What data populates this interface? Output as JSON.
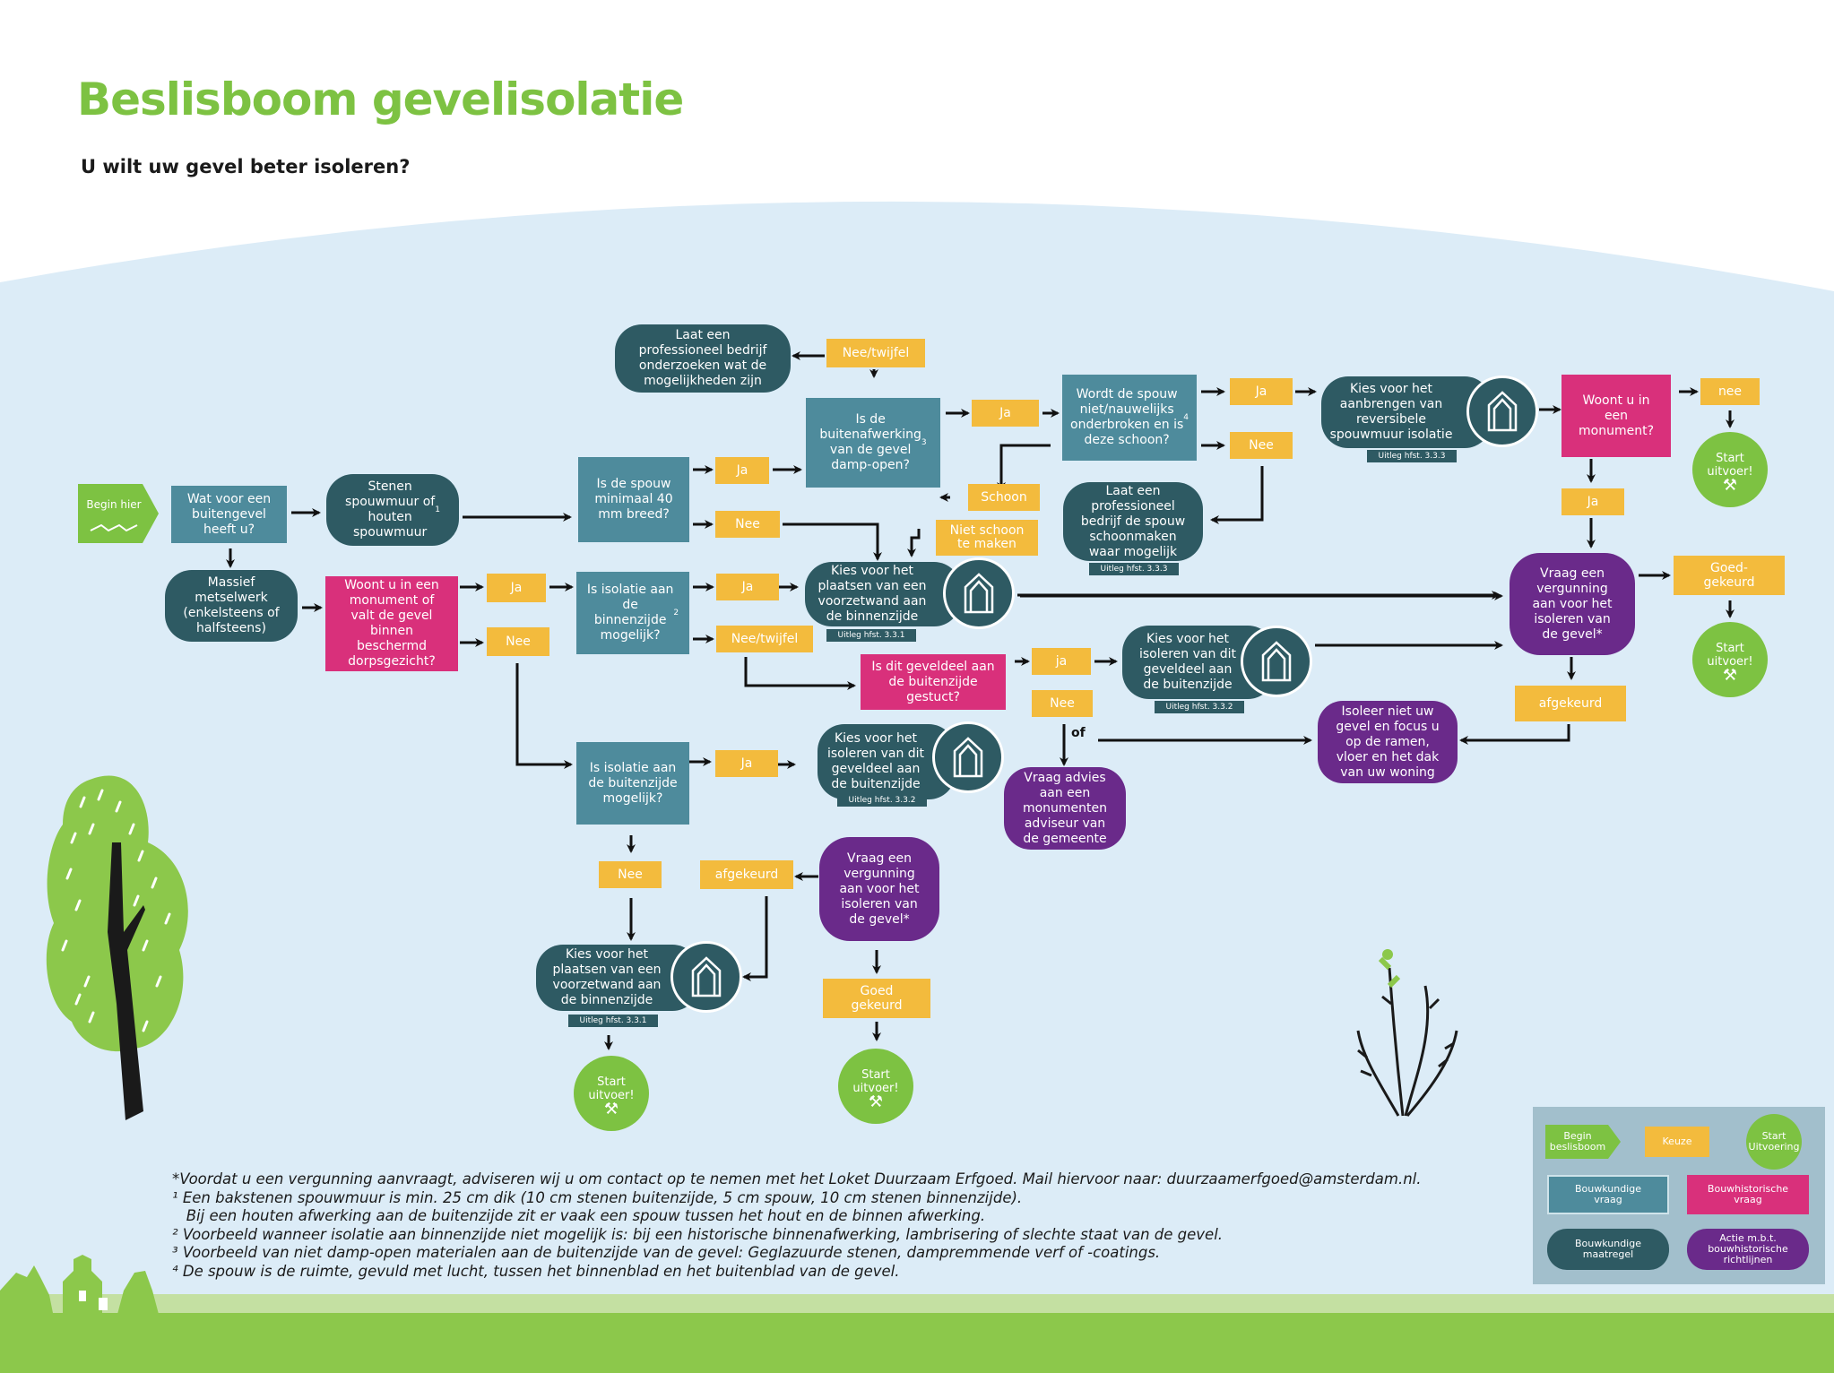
{
  "title": "Beslisboom gevelisolatie",
  "subtitle": "U wilt uw gevel beter isoleren?",
  "nodes": {
    "begin": "Begin hier",
    "q_buitengevel": "Wat voor een\nbuitengevel\nheeft u?",
    "stenen_spouw": "Stenen\nspouwmuur of\nhouten\nspouwmuur",
    "massief": "Massief\nmetselwerk\n(enkelsteens of\nhalfsteens)",
    "q_monument": "Woont u in een\nmonument of\nvalt de gevel\nbinnen\nbeschermd\ndorpsgezicht?",
    "q_spouw_breed": "Is de spouw\nminimaal 40\nmm breed?",
    "q_dampopen": "Is de\nbuitenafwerking\nvan de gevel\ndamp-open?",
    "laat_onderzoeken": "Laat een\nprofessioneel bedrijf\nonderzoeken wat de\nmogelijkheden zijn",
    "q_spouw_schoon": "Wordt de spouw\nniet/nauwelijks\nonderbroken en is\ndeze schoon?",
    "reversibele": "Kies voor het\naanbrengen van\nreversibele\nspouwmuur isolatie",
    "laat_schoonmaken": "Laat een\nprofessioneel\nbedrijf de spouw\nschoonmaken\nwaar mogelijk",
    "q_monument2": "Woont u in\neen\nmonument?",
    "q_binnen": "Is isolatie aan\nde\nbinnenzijde\nmogelijk?",
    "voorzetwand1": "Kies voor het\nplaatsen van een\nvoorzetwand aan\nde binnenzijde",
    "vergunning1": "Vraag een\nvergunning\naan voor het\nisoleren van\nde gevel*",
    "q_gestuct": "Is dit geveldeel aan\nde buitenzijde\ngestuct?",
    "buiten_geveldeel1": "Kies voor het\nisoleren van dit\ngeveldeel aan\nde buitenzijde",
    "isoleer_niet": "Isoleer niet uw\ngevel en focus u\nop de ramen,\nvloer en het dak\nvan uw woning",
    "advies": "Vraag advies\naan een\nmonumenten\nadviseur van\nde gemeente",
    "q_buiten": "Is isolatie aan\nde buitenzijde\nmogelijk?",
    "buiten_geveldeel2": "Kies voor het\nisoleren van dit\ngeveldeel aan\nde buitenzijde",
    "vergunning2": "Vraag een\nvergunning\naan voor het\nisoleren van\nde gevel*",
    "voorzetwand2": "Kies voor het\nplaatsen van een\nvoorzetwand aan\nde binnenzijde"
  },
  "options": {
    "ja": "Ja",
    "ja_lower": "ja",
    "nee": "Nee",
    "nee_lower": "nee",
    "nee_twijfel_cap": "Nee/twijfel",
    "nee_twijfel": "Nee/twijfel",
    "schoon": "Schoon",
    "niet_schoon": "Niet schoon\nte maken",
    "goedgekeurd1": "Goed-\ngekeurd",
    "goedgekeurd2": "Goed\ngekeurd",
    "afgekeurd": "afgekeurd",
    "of": "of"
  },
  "sup": {
    "one": "1",
    "two": "2",
    "three": "3",
    "four": "4"
  },
  "tags": {
    "t333a": "Uitleg hfst. 3.3.3",
    "t333b": "Uitleg hfst. 3.3.3",
    "t331a": "Uitleg hfst. 3.3.1",
    "t332a": "Uitleg hfst. 3.3.2",
    "t332b": "Uitleg hfst. 3.3.2",
    "t331b": "Uitleg hfst. 3.3.1"
  },
  "start_label": "Start\nuitvoer!",
  "footnotes": [
    "*Voordat u een vergunning aanvraagt, adviseren wij u om contact op te nemen met het Loket Duurzaam Erfgoed. Mail hiervoor naar: duurzaamerfgoed@amsterdam.nl.",
    "¹ Een bakstenen spouwmuur is min. 25 cm dik (10 cm stenen buitenzijde, 5 cm spouw, 10 cm stenen binnenzijde).",
    "   Bij een houten afwerking aan de buitenzijde zit er vaak een spouw tussen het hout en de binnen afwerking.",
    "² Voorbeeld wanneer isolatie aan binnenzijde niet mogelijk is: bij een historische binnenafwerking, lambrisering of slechte staat van de gevel.",
    "³ Voorbeeld van niet damp-open materialen aan de buitenzijde van de gevel: Geglazuurde stenen, dampremmende verf of -coatings.",
    "⁴ De spouw is de ruimte, gevuld met lucht, tussen het binnenblad en het buitenblad van de gevel."
  ],
  "legend": {
    "begin": "Begin\nbeslisboom",
    "keuze": "Keuze",
    "start": "Start\nUitvoering",
    "bouwkundige_vraag": "Bouwkundige\nvraag",
    "bouwhistorische_vraag": "Bouwhistorische\nvraag",
    "bouwkundige_maatregel": "Bouwkundige\nmaatregel",
    "actie": "Actie m.b.t.\nbouwhistorische\nrichtlijnen"
  },
  "colors": {
    "bouwkundige_vraag": "#4e8b9c",
    "bouwhistorische_vraag": "#d9307b",
    "keuze": "#f3bb3d",
    "maatregel": "#2e5a63",
    "actie": "#6a2a8a",
    "start": "#7dc242",
    "sky": "#dcecf7",
    "grass": "#8cc84b"
  }
}
